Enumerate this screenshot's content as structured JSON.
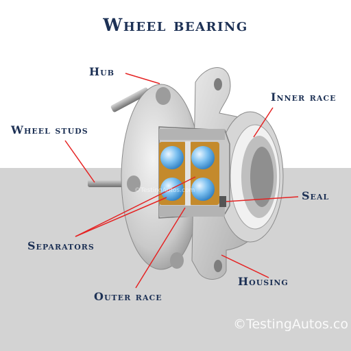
{
  "title": "Wheel bearing",
  "labels": {
    "hub": "Hub",
    "wheel_studs": "Wheel studs",
    "inner_race": "Inner race",
    "seal": "Seal",
    "separators": "Separators",
    "housing": "Housing",
    "outer_race": "Outer race"
  },
  "watermark": "©TestingAutos.co",
  "watermark_small": "©TestingAutos.com",
  "colors": {
    "title": "#1d3155",
    "pointer_lines": "#e52222",
    "background_lower": "#d3d3d3",
    "bearing_balls": "#5aa8e6",
    "separator": "#c48a2c"
  }
}
